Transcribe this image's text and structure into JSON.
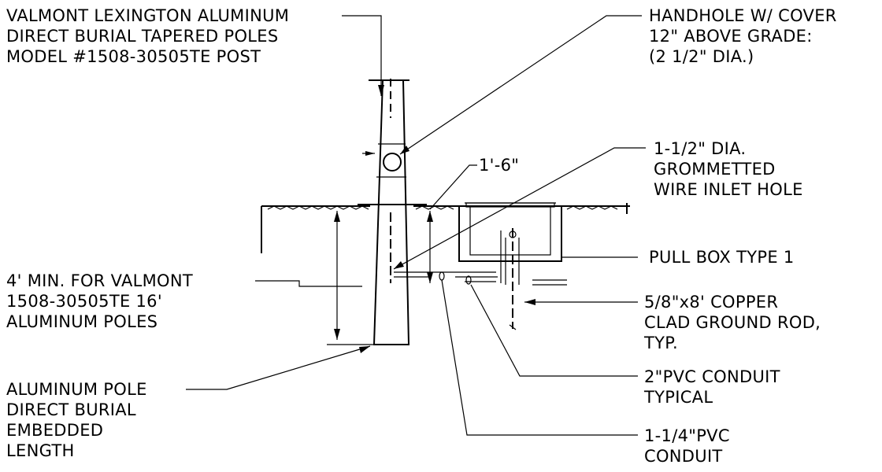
{
  "labels": {
    "pole": [
      "VALMONT LEXINGTON ALUMINUM",
      "DIRECT BURIAL TAPERED POLES",
      "MODEL #1508-30505TE POST"
    ],
    "handhole": [
      "HANDHOLE W/ COVER",
      "12\" ABOVE GRADE:",
      "(2 1/2\" DIA.)"
    ],
    "inlet": [
      "1-1/2\" DIA.",
      "GROMMETTED",
      "WIRE INLET HOLE"
    ],
    "dimension": "1'-6\"",
    "pullbox": [
      "PULL BOX TYPE 1"
    ],
    "embed_depth": [
      "4' MIN. FOR VALMONT",
      "1508-30505TE 16'",
      "ALUMINUM POLES"
    ],
    "ground_rod": [
      "5/8\"x8' COPPER",
      "CLAD GROUND ROD,",
      "TYP."
    ],
    "conduit_2in": [
      "2\"PVC CONDUIT",
      "TYPICAL"
    ],
    "embedded_length": [
      "ALUMINUM POLE",
      "DIRECT BURIAL",
      "EMBEDDED",
      "LENGTH"
    ],
    "conduit_114": [
      "1-1/4\"PVC",
      "CONDUIT"
    ]
  }
}
